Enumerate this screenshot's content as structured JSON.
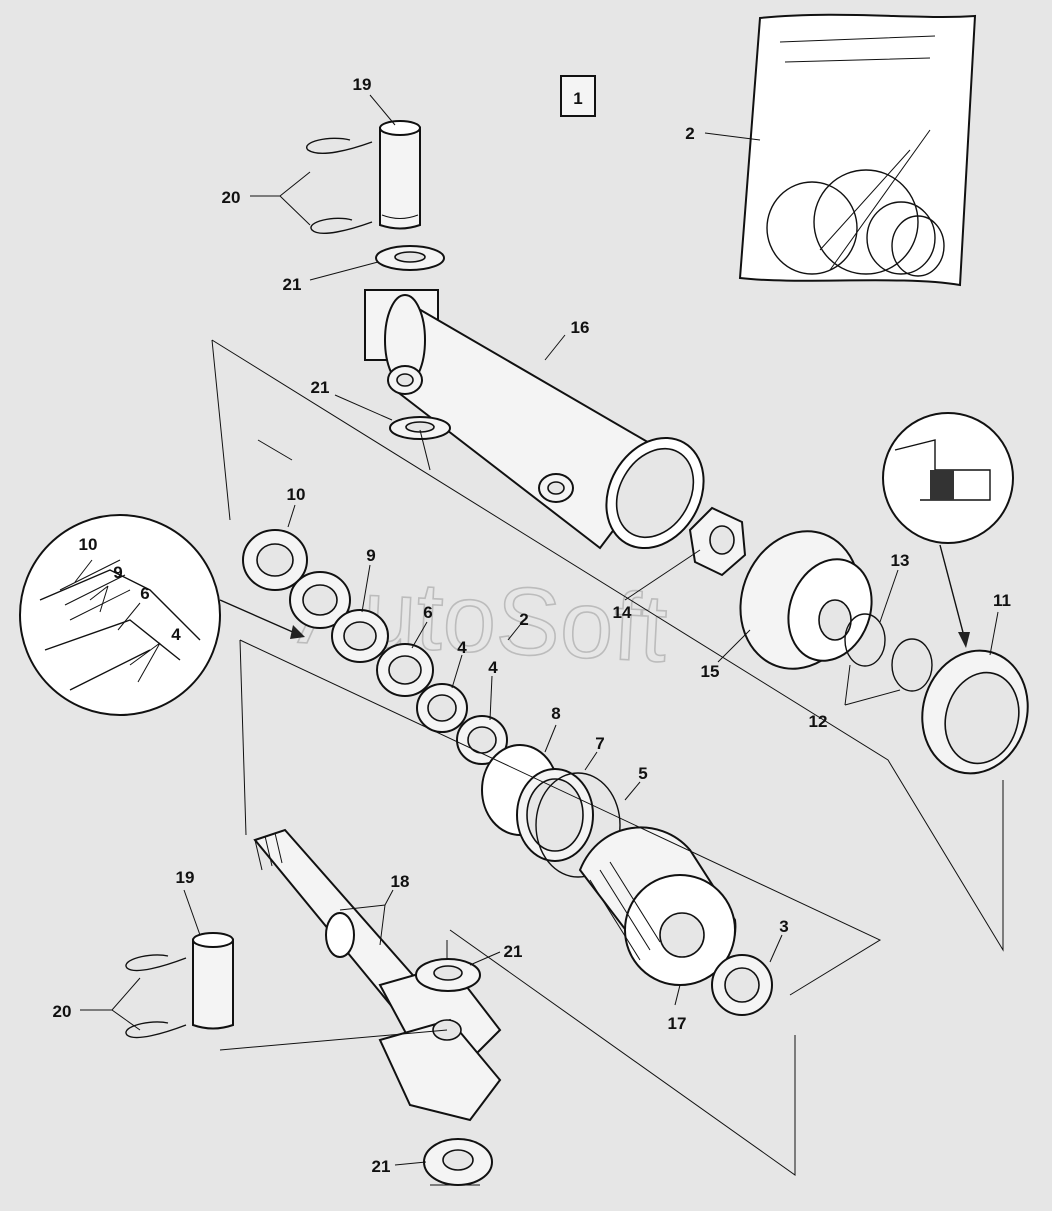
{
  "diagram": {
    "figure_number": "1",
    "watermark": "AutoSoft",
    "callouts": {
      "c1": "19",
      "c2": "20",
      "c3": "21",
      "c4": "2",
      "c5": "16",
      "c6": "21",
      "c7": "10",
      "c8": "9",
      "c9": "6",
      "c10": "4",
      "c11": "4",
      "c12": "2",
      "c13": "14",
      "c14": "15",
      "c15": "13",
      "c16": "11",
      "c17": "12",
      "c18": "10",
      "c19": "9",
      "c20": "6",
      "c21": "4",
      "c22": "8",
      "c23": "7",
      "c24": "5",
      "c25": "18",
      "c26": "19",
      "c27": "20",
      "c28": "21",
      "c29": "3",
      "c30": "17",
      "c31": "21"
    }
  }
}
